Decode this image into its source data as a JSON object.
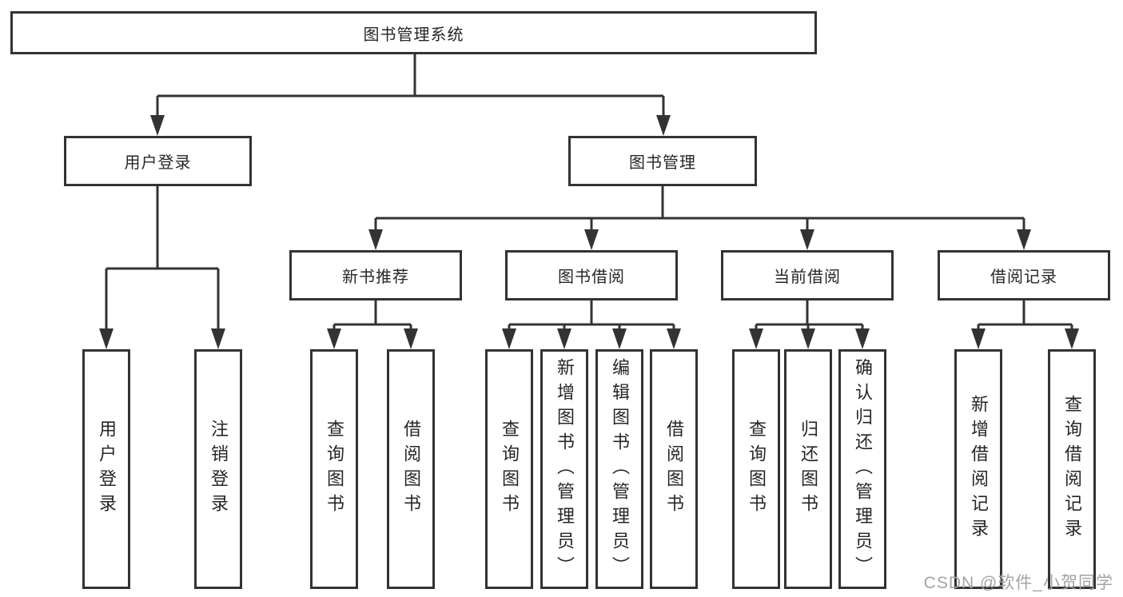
{
  "tree": {
    "root": {
      "label": "图书管理系统"
    },
    "branches": [
      {
        "label": "用户登录",
        "children": [
          {
            "label": "用户登录"
          },
          {
            "label": "注销登录"
          }
        ]
      },
      {
        "label": "图书管理",
        "children": [
          {
            "label": "新书推荐",
            "children": [
              {
                "label": "查询图书"
              },
              {
                "label": "借阅图书"
              }
            ]
          },
          {
            "label": "图书借阅",
            "children": [
              {
                "label": "查询图书"
              },
              {
                "label": "新增图书（管理员）"
              },
              {
                "label": "编辑图书（管理员）"
              },
              {
                "label": "借阅图书"
              }
            ]
          },
          {
            "label": "当前借阅",
            "children": [
              {
                "label": "查询图书"
              },
              {
                "label": "归还图书"
              },
              {
                "label": "确认归还（管理员）"
              }
            ]
          },
          {
            "label": "借阅记录",
            "children": [
              {
                "label": "新增借阅记录"
              },
              {
                "label": "查询借阅记录"
              }
            ]
          }
        ]
      }
    ]
  },
  "watermark": "CSDN @软件_小贺同学",
  "colors": {
    "line": "#333333",
    "box_border": "#333333",
    "text": "#262626",
    "watermark": "#a3a3a3",
    "background": "#ffffff"
  }
}
